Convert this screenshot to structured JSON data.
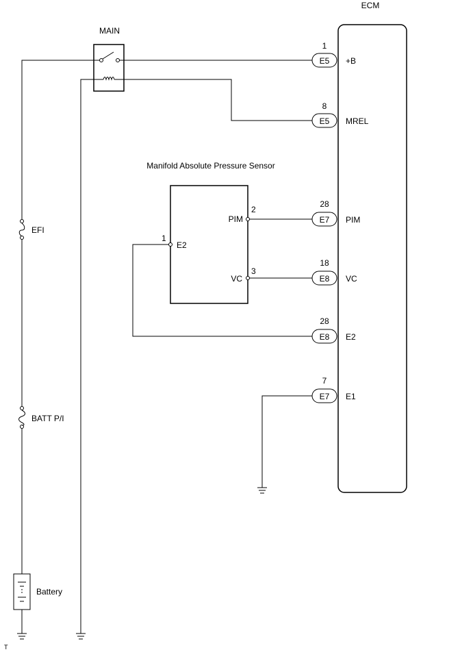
{
  "ecm": {
    "label": "ECM"
  },
  "relay": {
    "label": "MAIN"
  },
  "sensor": {
    "title": "Manifold Absolute Pressure Sensor",
    "pins": [
      {
        "num": "2",
        "name": "PIM"
      },
      {
        "num": "1",
        "name": "E2"
      },
      {
        "num": "3",
        "name": "VC"
      }
    ]
  },
  "ecm_terminals": [
    {
      "connector": "E5",
      "pin": "1",
      "name": "+B"
    },
    {
      "connector": "E5",
      "pin": "8",
      "name": "MREL"
    },
    {
      "connector": "E7",
      "pin": "28",
      "name": "PIM"
    },
    {
      "connector": "E8",
      "pin": "18",
      "name": "VC"
    },
    {
      "connector": "E8",
      "pin": "28",
      "name": "E2"
    },
    {
      "connector": "E7",
      "pin": "7",
      "name": "E1"
    }
  ],
  "fuses": [
    {
      "label": "EFI"
    },
    {
      "label": "BATT P/I"
    }
  ],
  "battery": {
    "label": "Battery"
  },
  "footer_mark": "T"
}
